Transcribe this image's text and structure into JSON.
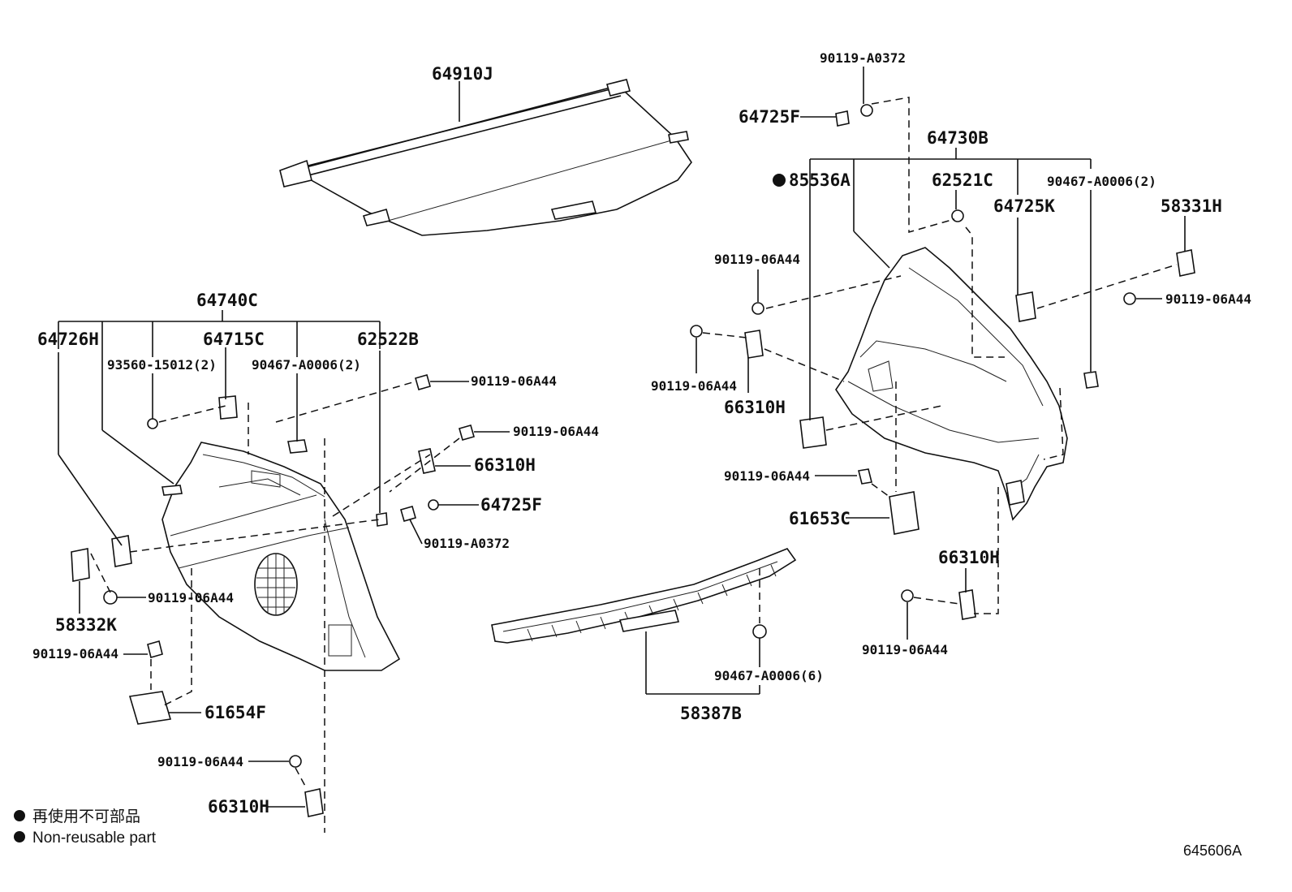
{
  "diagram": {
    "code": "645606A",
    "legend": {
      "jp": "再使用不可部品",
      "en": "Non-reusable part"
    },
    "labels": {
      "p64910J": "64910J",
      "p64740C": "64740C",
      "p64726H": "64726H",
      "p64715C": "64715C",
      "p62522B": "62522B",
      "p93560_15012": "93560-15012(2)",
      "p90467_A0006_2L": "90467-A0006(2)",
      "p90119_06A44_a": "90119-06A44",
      "p90119_06A44_b": "90119-06A44",
      "p66310H_a": "66310H",
      "p64725F_a": "64725F",
      "p90119_A0372_a": "90119-A0372",
      "p90119_06A44_c": "90119-06A44",
      "p58332K": "58332K",
      "p90119_06A44_d": "90119-06A44",
      "p61654F": "61654F",
      "p90119_06A44_e": "90119-06A44",
      "p66310H_b": "66310H",
      "p90119_A0372_b": "90119-A0372",
      "p64725F_b": "64725F",
      "p64730B": "64730B",
      "p85536A": "85536A",
      "p62521C": "62521C",
      "p90467_A0006_2R": "90467-A0006(2)",
      "p64725K": "64725K",
      "p58331H": "58331H",
      "p90119_06A44_f": "90119-06A44",
      "p90119_06A44_g": "90119-06A44",
      "p90119_06A44_h": "90119-06A44",
      "p66310H_c": "66310H",
      "p90119_06A44_i": "90119-06A44",
      "p61653C": "61653C",
      "p66310H_d": "66310H",
      "p90119_06A44_j": "90119-06A44",
      "p90467_A0006_6": "90467-A0006(6)",
      "p58387B": "58387B"
    }
  }
}
